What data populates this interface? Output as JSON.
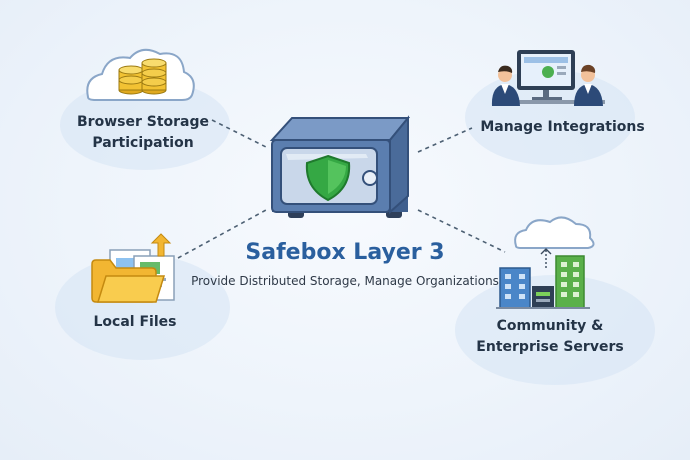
{
  "center": {
    "title": "Safebox Layer 3",
    "subtitle": "Provide Distributed Storage, Manage Organizations"
  },
  "nodes": {
    "browser_storage": {
      "line1": "Browser Storage",
      "line2": "Participation"
    },
    "integrations": {
      "label": "Manage Integrations"
    },
    "local_files": {
      "label": "Local Files"
    },
    "servers": {
      "line1": "Community &",
      "line2": "Enterprise Servers"
    }
  },
  "colors": {
    "title": "#2a5f9e",
    "safe_body": "#5b7eaf",
    "shield": "#35a844",
    "coins": "#f2c233",
    "folder": "#f2b632",
    "connector": "#4d6073"
  }
}
